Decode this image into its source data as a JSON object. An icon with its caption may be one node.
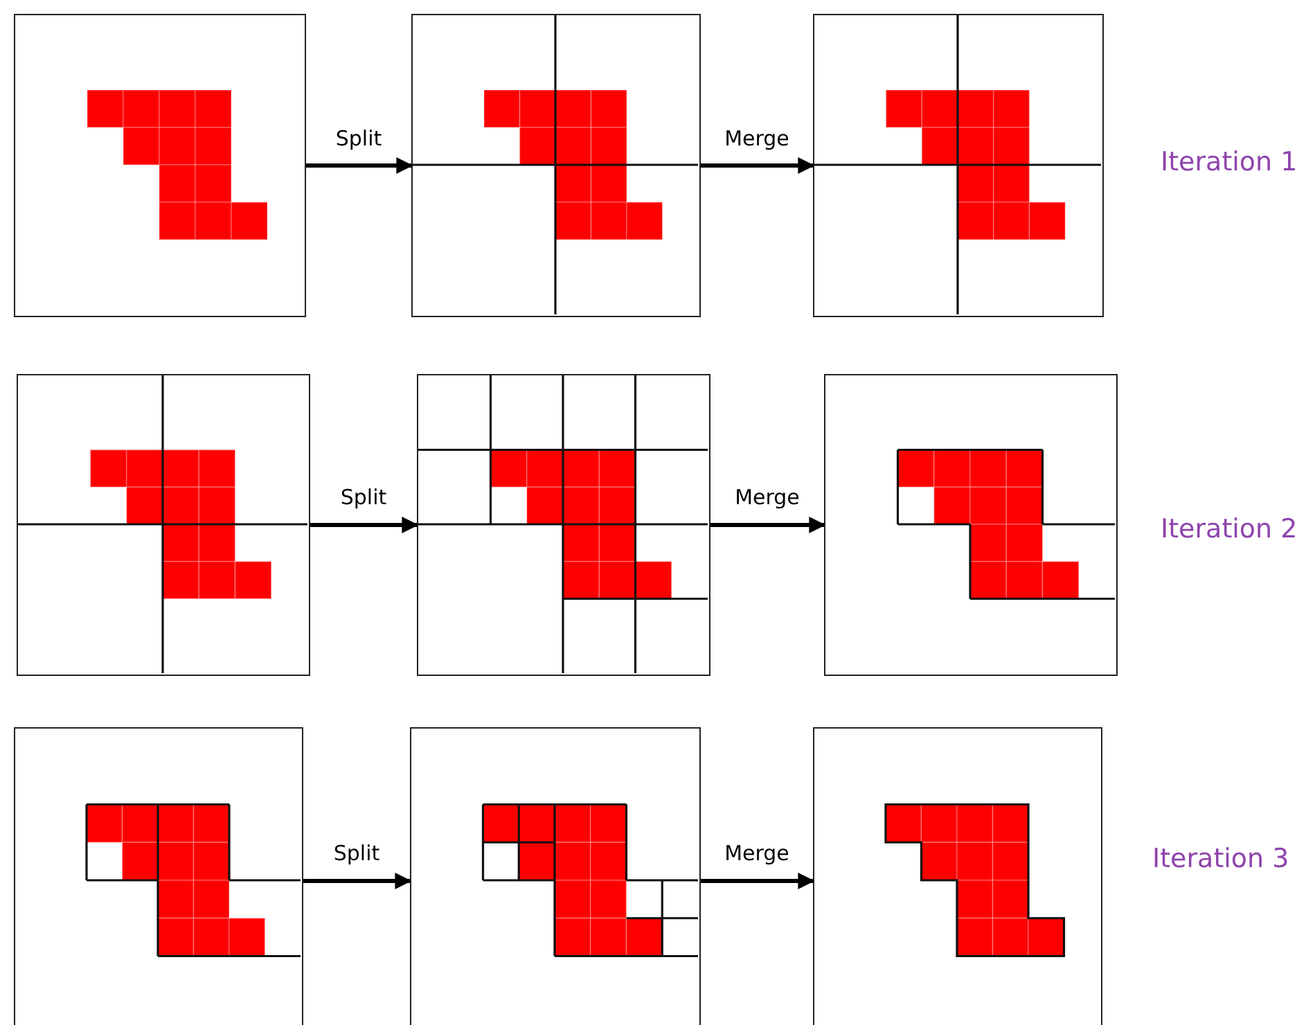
{
  "diagram": {
    "nodes": [
      {
        "text": [],
        "shape": "box"
      },
      {
        "text": [],
        "shape": "box"
      },
      {
        "text": [],
        "shape": "box"
      },
      {
        "text": [],
        "shape": "box"
      },
      {
        "text": [],
        "shape": "box"
      },
      {
        "text": [],
        "shape": "box"
      },
      {
        "text": [],
        "shape": "box"
      },
      {
        "text": [],
        "shape": "box"
      },
      {
        "text": [],
        "shape": "box"
      }
    ],
    "edges": [
      {
        "from": 0,
        "to": 1,
        "arrow": "to",
        "label": "Split"
      },
      {
        "from": 1,
        "to": 2,
        "arrow": "to",
        "label": "Merge"
      },
      {
        "from": 3,
        "to": 4,
        "arrow": "to",
        "label": "Split"
      },
      {
        "from": 4,
        "to": 5,
        "arrow": "to",
        "label": "Merge"
      },
      {
        "from": 6,
        "to": 7,
        "arrow": "to",
        "label": "Split"
      },
      {
        "from": 7,
        "to": 8,
        "arrow": "to",
        "label": "Merge"
      }
    ],
    "labels": [
      "Iteration 1",
      "Iteration 2",
      "Iteration 3"
    ]
  }
}
